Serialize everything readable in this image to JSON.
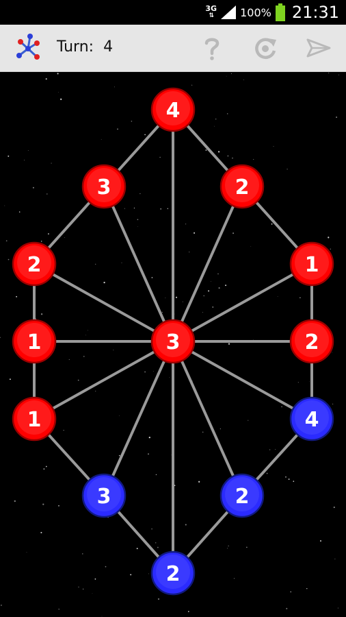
{
  "status_bar": {
    "network": "3G",
    "battery": "100%",
    "time": "21:31",
    "icons": [
      "data-arrows-icon",
      "signal-icon",
      "battery-icon"
    ]
  },
  "app_bar": {
    "turn_label": "Turn:",
    "turn_value": "4",
    "icons": {
      "app": "graph-logo-icon",
      "help": "help-icon",
      "refresh": "refresh-icon",
      "send": "send-icon"
    }
  },
  "colors": {
    "red": "#ff0000",
    "blue": "#2b2bff",
    "edge": "#9a9a9a",
    "board_bg": "#000000"
  },
  "board": {
    "nodes": [
      {
        "id": "n1",
        "value": "4",
        "team": "red"
      },
      {
        "id": "n2",
        "value": "3",
        "team": "red"
      },
      {
        "id": "n3",
        "value": "2",
        "team": "red"
      },
      {
        "id": "n4",
        "value": "2",
        "team": "red"
      },
      {
        "id": "n5",
        "value": "1",
        "team": "red"
      },
      {
        "id": "n6",
        "value": "1",
        "team": "red"
      },
      {
        "id": "n7",
        "value": "3",
        "team": "red"
      },
      {
        "id": "n8",
        "value": "2",
        "team": "red"
      },
      {
        "id": "n9",
        "value": "1",
        "team": "red"
      },
      {
        "id": "n10",
        "value": "4",
        "team": "blue"
      },
      {
        "id": "n11",
        "value": "3",
        "team": "blue"
      },
      {
        "id": "n12",
        "value": "2",
        "team": "blue"
      },
      {
        "id": "n13",
        "value": "2",
        "team": "blue"
      }
    ],
    "edges": [
      [
        "n1",
        "n2"
      ],
      [
        "n1",
        "n3"
      ],
      [
        "n1",
        "n7"
      ],
      [
        "n2",
        "n4"
      ],
      [
        "n2",
        "n7"
      ],
      [
        "n3",
        "n5"
      ],
      [
        "n3",
        "n7"
      ],
      [
        "n4",
        "n6"
      ],
      [
        "n4",
        "n7"
      ],
      [
        "n5",
        "n8"
      ],
      [
        "n5",
        "n7"
      ],
      [
        "n6",
        "n7"
      ],
      [
        "n6",
        "n9"
      ],
      [
        "n7",
        "n8"
      ],
      [
        "n7",
        "n9"
      ],
      [
        "n7",
        "n10"
      ],
      [
        "n7",
        "n11"
      ],
      [
        "n7",
        "n12"
      ],
      [
        "n7",
        "n13"
      ],
      [
        "n8",
        "n10"
      ],
      [
        "n9",
        "n11"
      ],
      [
        "n10",
        "n12"
      ],
      [
        "n11",
        "n13"
      ],
      [
        "n12",
        "n13"
      ]
    ]
  }
}
